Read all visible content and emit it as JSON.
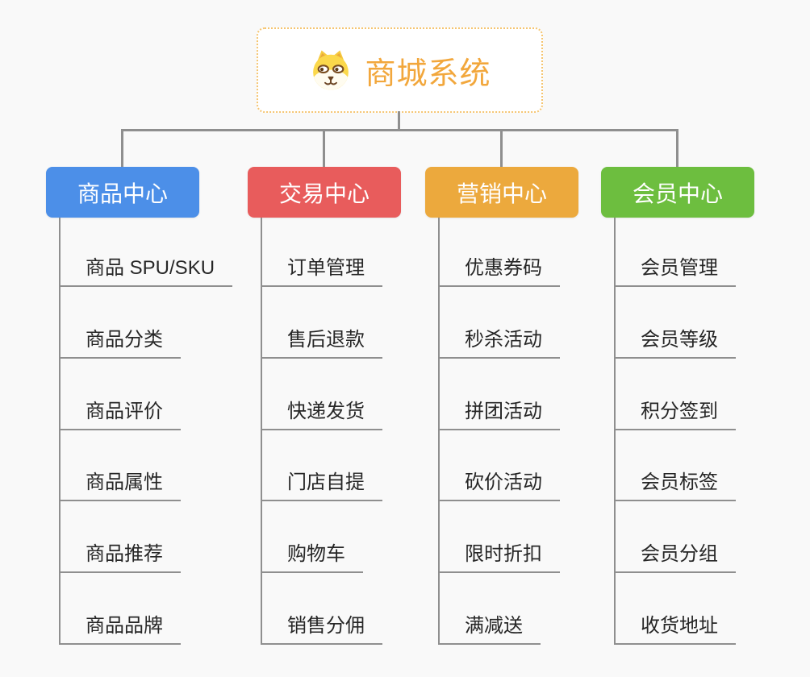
{
  "page": {
    "background": "#f9f9f9",
    "connector_color": "#8f8f8f"
  },
  "root": {
    "title": "商城系统",
    "icon": "dog-face-icon",
    "title_color": "#f2a73c",
    "border_color": "#f5c571"
  },
  "branches": [
    {
      "label": "商品中心",
      "color": "#4c8fe8",
      "children": [
        "商品 SPU/SKU",
        "商品分类",
        "商品评价",
        "商品属性",
        "商品推荐",
        "商品品牌"
      ]
    },
    {
      "label": "交易中心",
      "color": "#e85c5c",
      "children": [
        "订单管理",
        "售后退款",
        "快递发货",
        "门店自提",
        "购物车",
        "销售分佣"
      ]
    },
    {
      "label": "营销中心",
      "color": "#eca93d",
      "children": [
        "优惠券码",
        "秒杀活动",
        "拼团活动",
        "砍价活动",
        "限时折扣",
        "满减送"
      ]
    },
    {
      "label": "会员中心",
      "color": "#6dbe3f",
      "children": [
        "会员管理",
        "会员等级",
        "积分签到",
        "会员标签",
        "会员分组",
        "收货地址"
      ]
    }
  ]
}
